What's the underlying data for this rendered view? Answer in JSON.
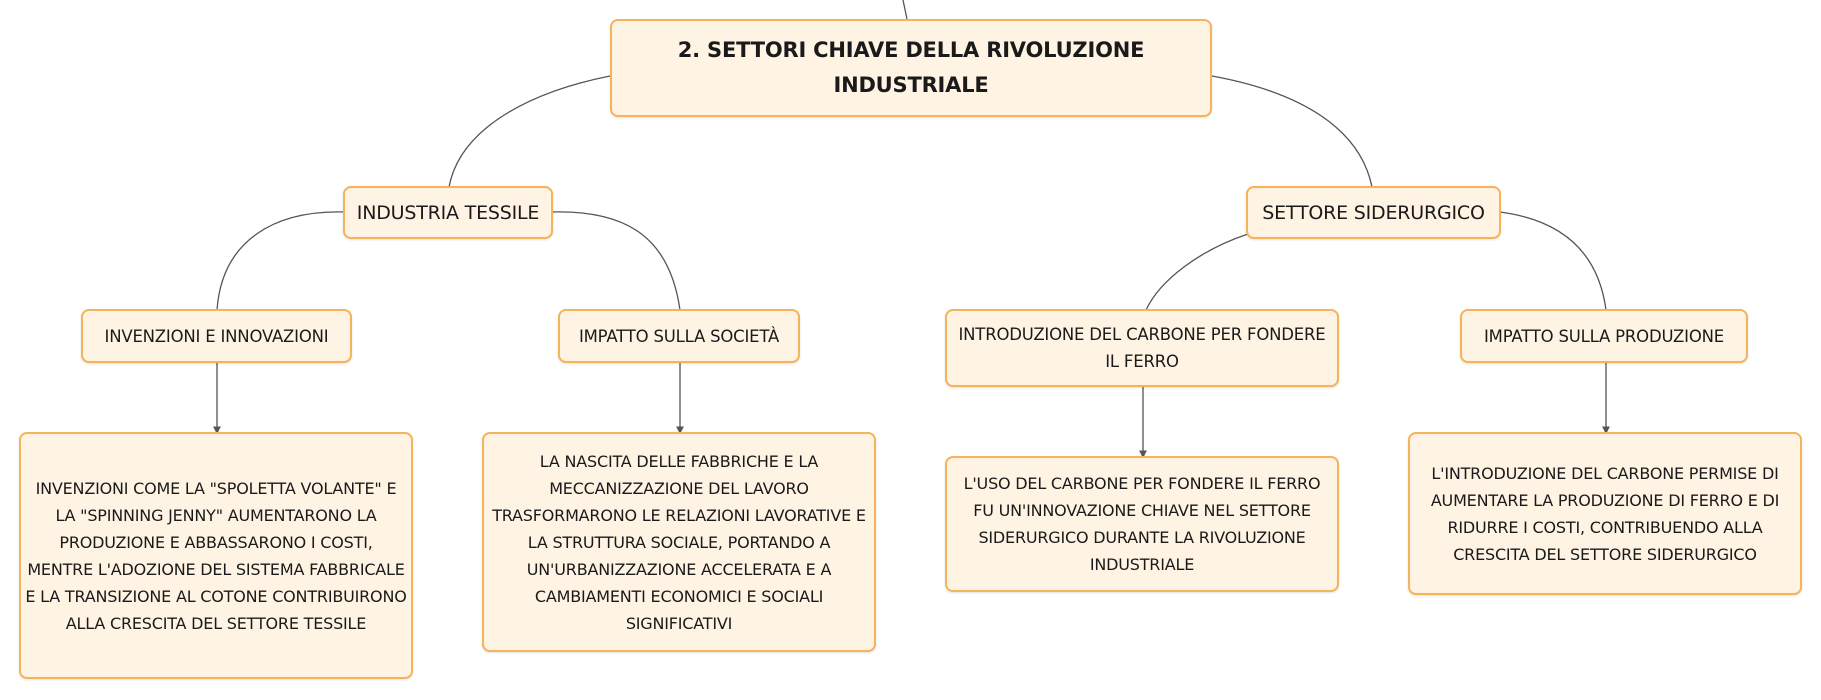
{
  "diagram": {
    "root": {
      "label": "2. SETTORI CHIAVE DELLA RIVOLUZIONE INDUSTRIALE"
    },
    "branches": [
      {
        "label": "INDUSTRIA TESSILE",
        "children": [
          {
            "label": "INVENZIONI E INNOVAZIONI",
            "detail": "INVENZIONI COME LA \"SPOLETTA VOLANTE\" E LA \"SPINNING JENNY\" AUMENTARONO LA PRODUZIONE E ABBASSARONO I COSTI, MENTRE L'ADOZIONE DEL SISTEMA FABBRICALE E LA TRANSIZIONE AL COTONE CONTRIBUIRONO ALLA CRESCITA DEL SETTORE TESSILE"
          },
          {
            "label": "IMPATTO SULLA SOCIETÀ",
            "detail": "LA NASCITA DELLE FABBRICHE E LA MECCANIZZAZIONE DEL LAVORO TRASFORMARONO LE RELAZIONI LAVORATIVE E LA STRUTTURA SOCIALE, PORTANDO A UN'URBANIZZAZIONE ACCELERATA E A CAMBIAMENTI ECONOMICI E SOCIALI SIGNIFICATIVI"
          }
        ]
      },
      {
        "label": "SETTORE SIDERURGICO",
        "children": [
          {
            "label": "INTRODUZIONE DEL CARBONE PER FONDERE IL FERRO",
            "detail": "L'USO DEL CARBONE PER FONDERE IL FERRO FU UN'INNOVAZIONE CHIAVE NEL SETTORE SIDERURGICO DURANTE LA RIVOLUZIONE INDUSTRIALE"
          },
          {
            "label": "IMPATTO SULLA PRODUZIONE",
            "detail": "L'INTRODUZIONE DEL CARBONE PERMISE DI AUMENTARE LA PRODUZIONE DI FERRO E DI RIDURRE I COSTI, CONTRIBUENDO ALLA CRESCITA DEL SETTORE SIDERURGICO"
          }
        ]
      }
    ],
    "colors": {
      "fill": "#fff3e3",
      "border": "#f5b35a",
      "connector": "#555555"
    }
  }
}
